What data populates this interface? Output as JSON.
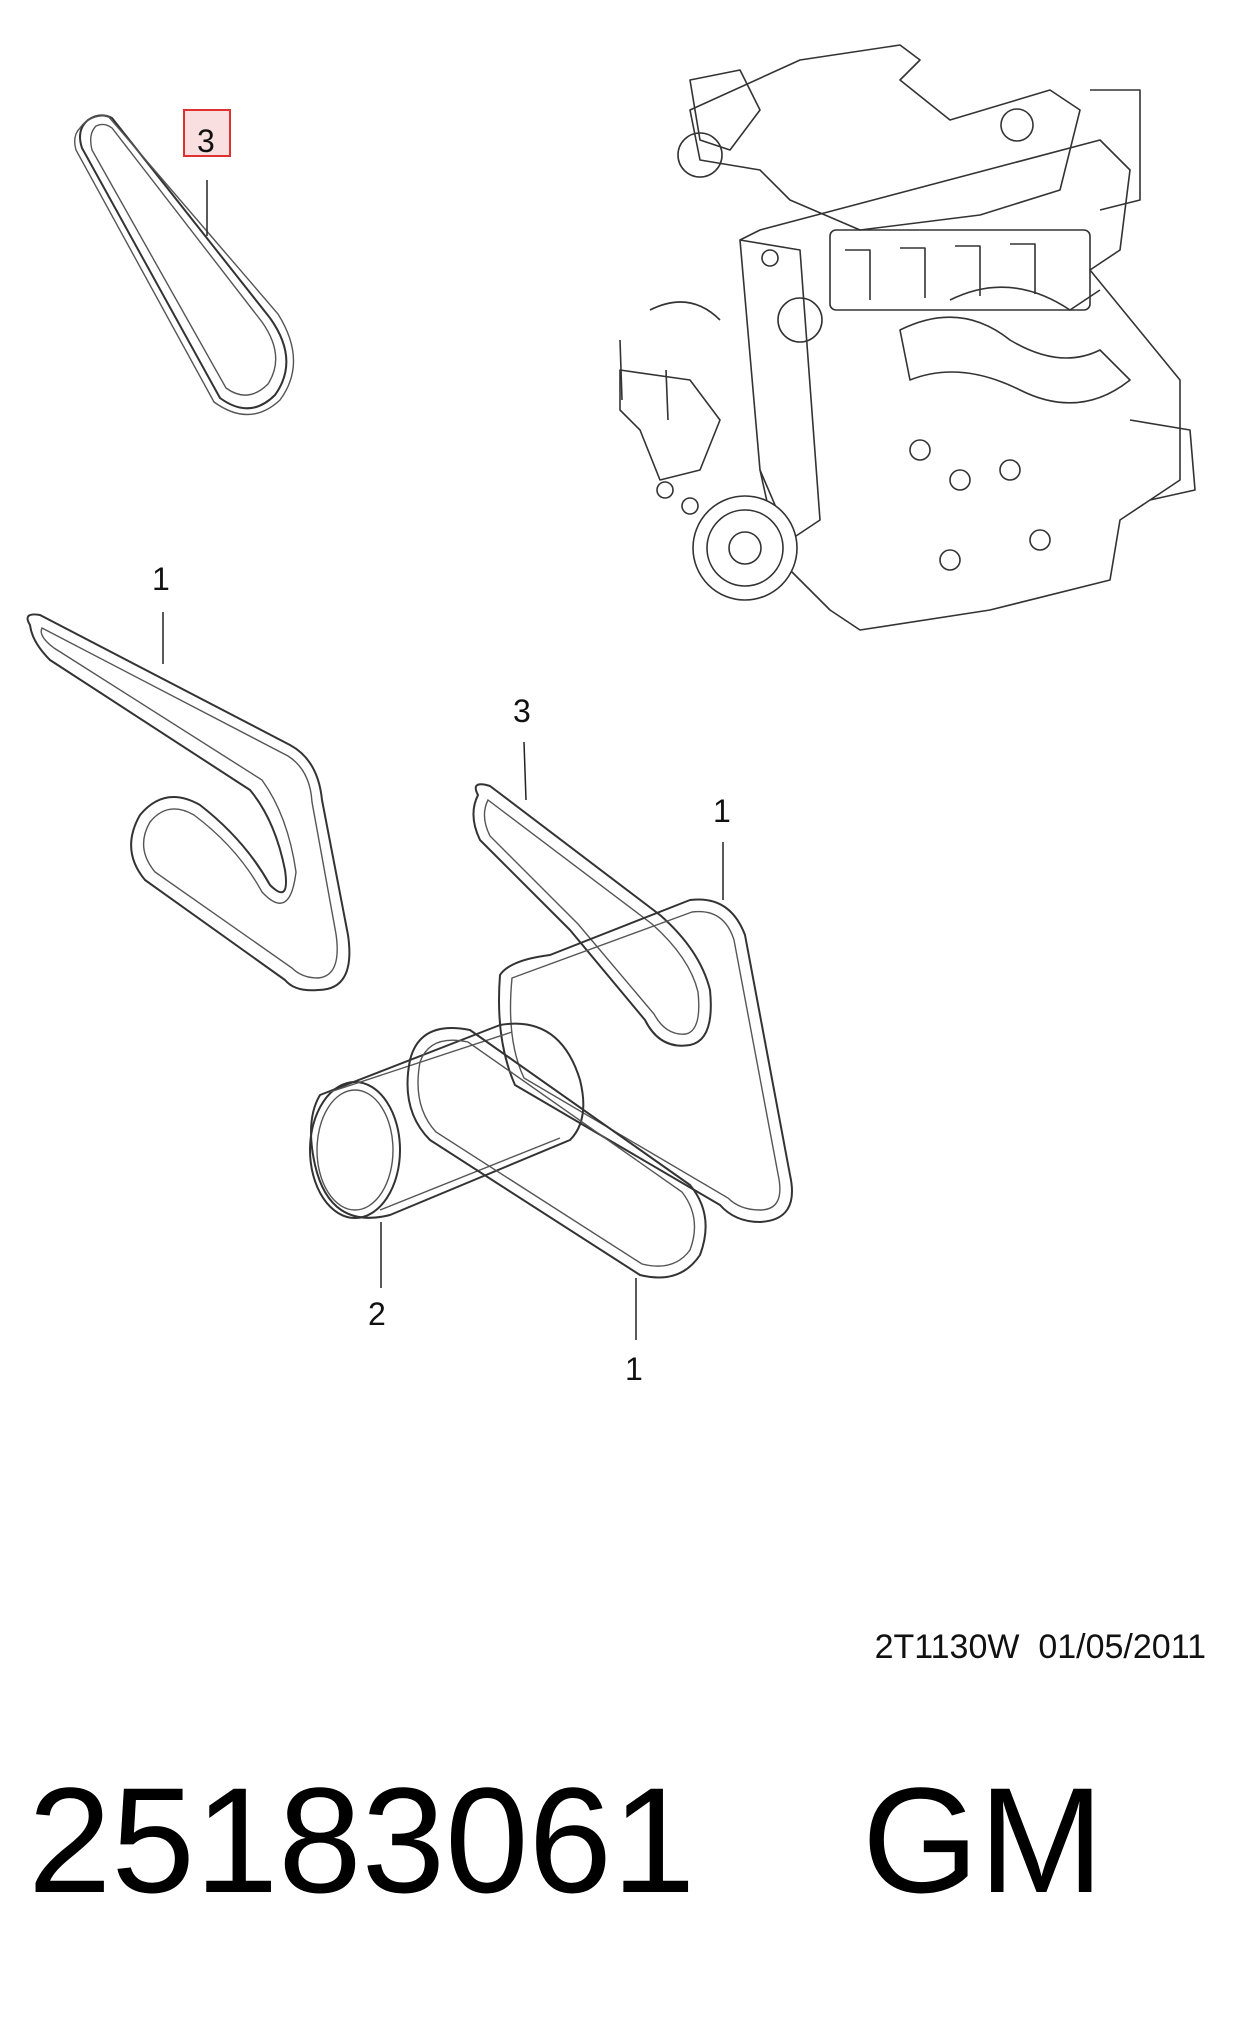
{
  "callouts": {
    "c_top": "3",
    "c_left": "1",
    "c_mid_3": "3",
    "c_mid_1": "1",
    "c_bottom_2": "2",
    "c_bottom_1": "1"
  },
  "footer": {
    "ref_code": "2T1130W  01/05/2011",
    "part_number": "25183061",
    "brand": "GM"
  },
  "colors": {
    "highlight": "#e03030"
  }
}
